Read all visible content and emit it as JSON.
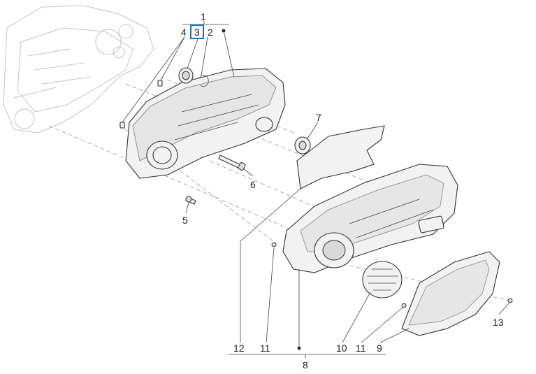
{
  "labels": {
    "n1": "1",
    "n2": "2",
    "n3": "3",
    "n4": "4",
    "n5": "5",
    "n6": "6",
    "n7": "7",
    "n8": "8",
    "n9": "9",
    "n10": "10",
    "n11a": "11",
    "n11b": "11",
    "n12": "12",
    "n13": "13"
  },
  "highlight_color": "#1a73c9"
}
